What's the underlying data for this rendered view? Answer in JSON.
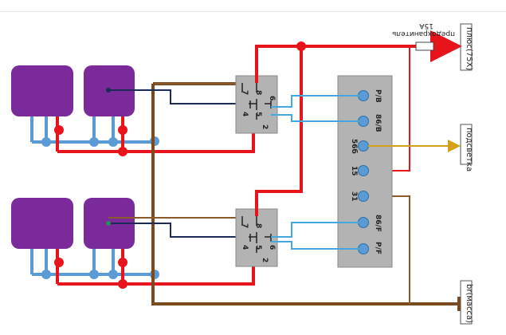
{
  "colors": {
    "plus": "#e8141b",
    "ground": "#7b4a1f",
    "signal_blue": "#45a8dc",
    "dark_blue": "#1b2a57",
    "brown_feed": "#8b5a2b",
    "yellow": "#d4a017",
    "lamp": "#7a2a9a",
    "box": "#b3b3b3",
    "terminal": "#5b9bd5"
  },
  "labels": {
    "plus": "плюс(75Х)",
    "fuse": "предохранитель",
    "fuse_rating": "15А",
    "backlight": "подсветка",
    "ground": "br(масса)"
  },
  "relay_top": {
    "pins": [
      "7",
      "8",
      "4",
      "5",
      "6",
      "2"
    ]
  },
  "relay_bottom": {
    "pins": [
      "7",
      "8",
      "4",
      "5",
      "6",
      "2"
    ]
  },
  "switch": {
    "pins": [
      "P/B",
      "86/B",
      "56б",
      "15",
      "31",
      "86/F",
      "P/F"
    ]
  }
}
